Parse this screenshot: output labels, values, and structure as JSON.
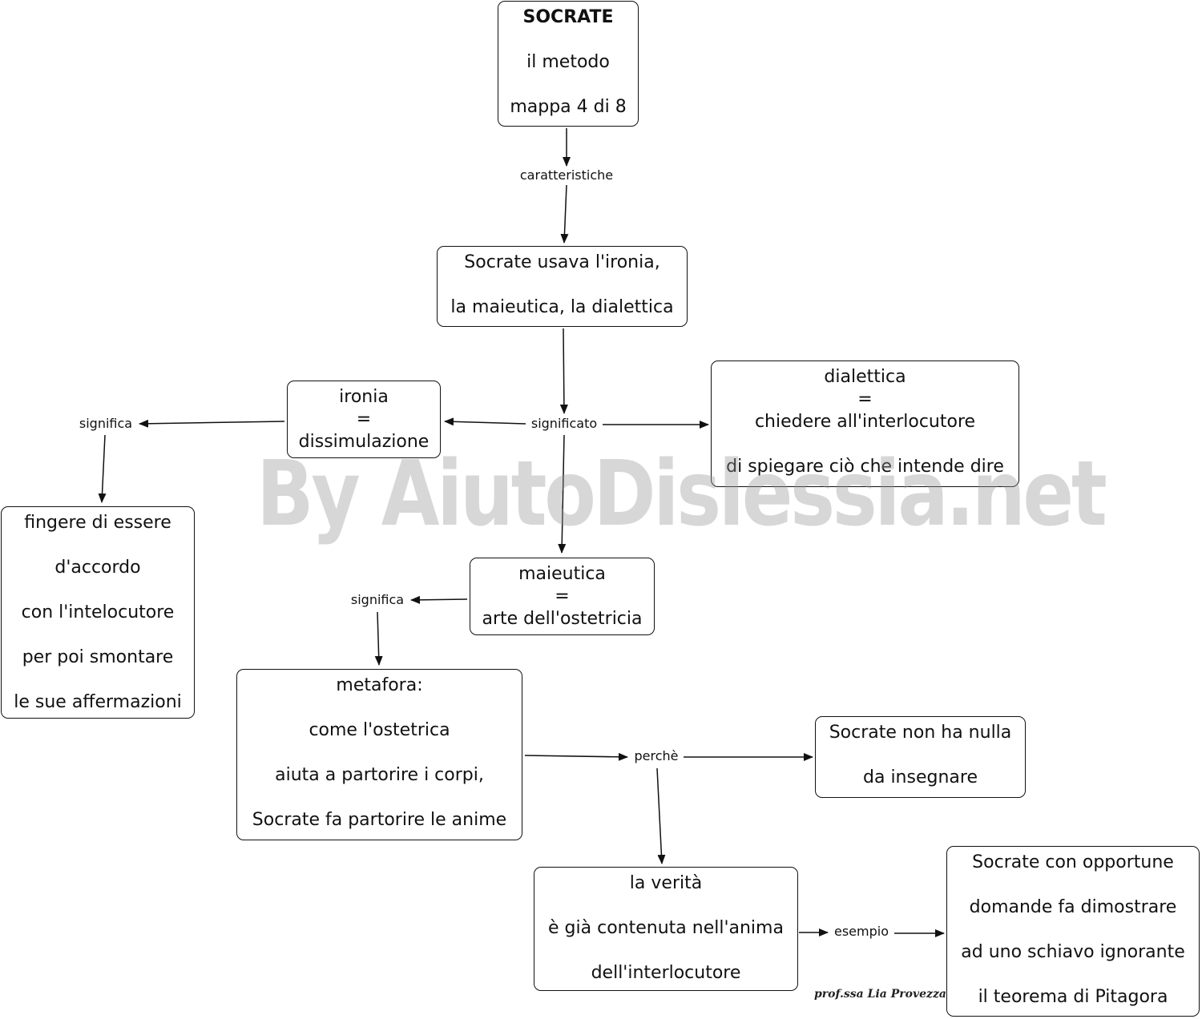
{
  "nodes": {
    "root": [
      "SOCRATE",
      "il metodo",
      "mappa 4 di 8"
    ],
    "main": [
      "Socrate usava l'ironia,",
      "la maieutica, la dialettica"
    ],
    "ironia": [
      "ironia",
      "=",
      "dissimulazione"
    ],
    "dialettica": [
      "dialettica",
      "=",
      "chiedere all'interlocutore",
      "di spiegare ciò che intende dire"
    ],
    "fingere": [
      "fingere di essere",
      "d'accordo",
      "con l'intelocutore",
      "per poi smontare",
      "le sue affermazioni"
    ],
    "maieutica": [
      "maieutica",
      "=",
      "arte dell'ostetricia"
    ],
    "metafora": [
      "metafora:",
      "come l'ostetrica",
      "aiuta a partorire i corpi,",
      "Socrate fa partorire le anime"
    ],
    "nulla": [
      "Socrate non ha nulla",
      "da insegnare"
    ],
    "verita": [
      "la verità",
      "è già contenuta nell'anima",
      "dell'interlocutore"
    ],
    "pitagora": [
      "Socrate con opportune",
      "domande fa dimostrare",
      "ad uno schiavo ignorante",
      "il teorema di Pitagora"
    ]
  },
  "links": {
    "caratteristiche": "caratteristiche",
    "significato": "significato",
    "significa_ironia": "significa",
    "significa_maieutica": "significa",
    "perche": "perchè",
    "esempio": "esempio"
  },
  "watermark": "By AiutoDislessia.net",
  "signature": "prof.ssa Lia Provezza"
}
